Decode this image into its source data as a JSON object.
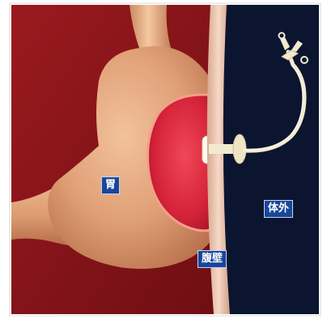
{
  "labels": {
    "stomach": "胃",
    "abdominal_wall": "腹壁",
    "outside_body": "体外"
  },
  "colors": {
    "background_inside": "#8a1419",
    "background_outside": "#0b1530",
    "stomach": "#e0a077",
    "stomach_lumen": "#d82840",
    "abdominal_wall": "#f0c8b4",
    "tube": "#f2ead0",
    "label_bg": "#17479a",
    "label_text": "#ffffff"
  }
}
